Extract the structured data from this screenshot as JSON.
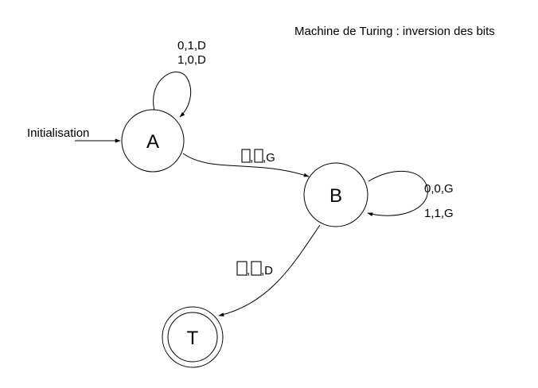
{
  "title": "Machine de Turing : inversion des bits",
  "initial_label": "Initialisation",
  "states": {
    "A": {
      "label": "A"
    },
    "B": {
      "label": "B"
    },
    "T": {
      "label": "T"
    }
  },
  "transitions": {
    "a_loop": {
      "line1": "0,1,D",
      "line2": "1,0,D"
    },
    "a_to_b": {
      "tail": ",G"
    },
    "b_loop": {
      "line1": "0,0,G",
      "line2": "1,1,G"
    },
    "b_to_t": {
      "tail": ",D"
    }
  },
  "blank_symbol": "□"
}
